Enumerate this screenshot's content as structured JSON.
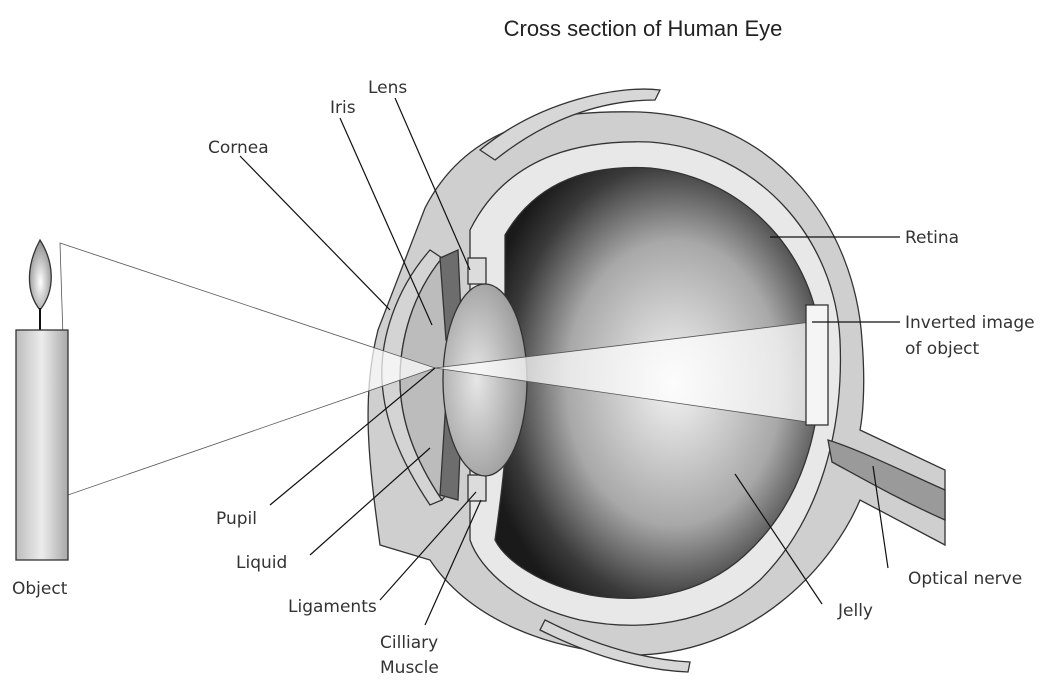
{
  "title": "Cross section of Human Eye",
  "labels": {
    "lens": "Lens",
    "iris": "Iris",
    "cornea": "Cornea",
    "retina": "Retina",
    "inverted_image_line1": "Inverted image",
    "inverted_image_line2": "of object",
    "pupil": "Pupil",
    "liquid": "Liquid",
    "object": "Object",
    "ligaments": "Ligaments",
    "cilliary_line1": "Cilliary",
    "cilliary_line2": "Muscle",
    "jelly": "Jelly",
    "optical_nerve": "Optical nerve"
  }
}
